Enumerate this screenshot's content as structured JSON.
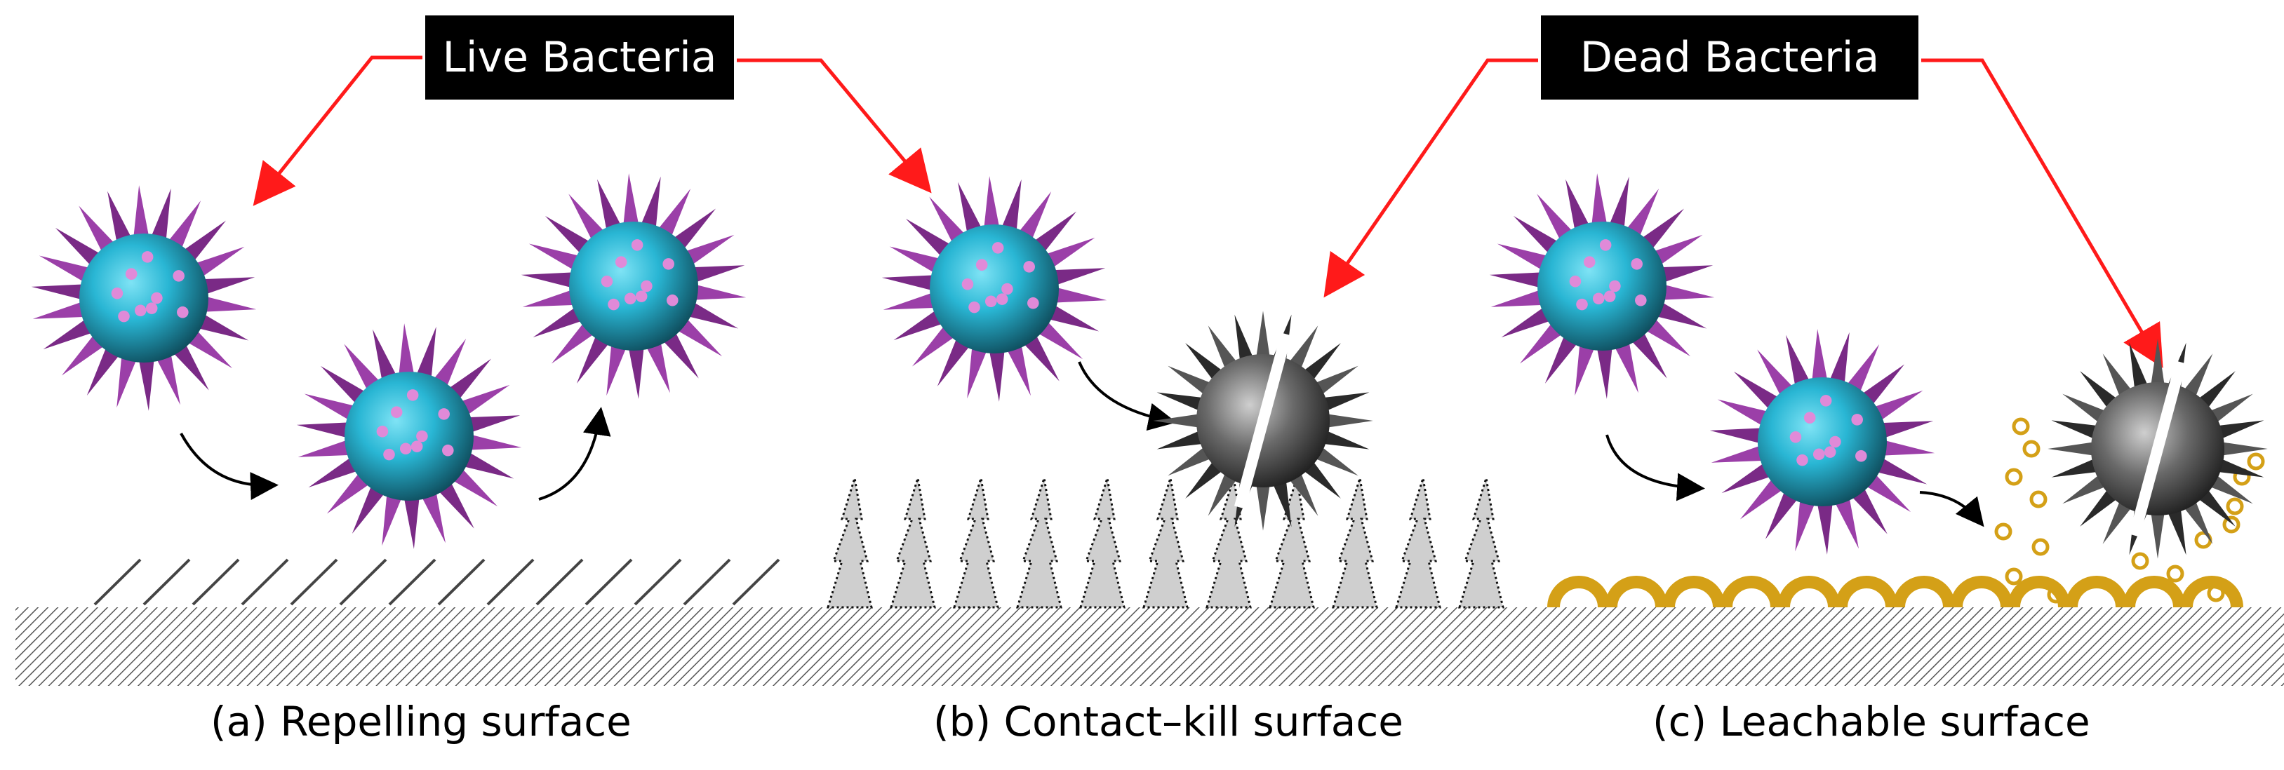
{
  "labels": {
    "live": "Live Bacteria",
    "dead": "Dead Bacteria"
  },
  "captions": {
    "a": "(a) Repelling surface",
    "b": "(b) Contact–kill surface",
    "c": "(c) Leachable surface"
  },
  "colors": {
    "arrow_red": "#ff1a1a",
    "label_bg": "#000000",
    "label_text": "#ffffff",
    "live_core": "#29b6d4",
    "live_dark": "#0f4f5f",
    "live_spike": "#7a2a86",
    "live_spike_tip": "#e08ad8",
    "dead_core": "#5a5a5a",
    "dead_spike": "#2a2a2a",
    "leach_ring": "#d4a017",
    "spike_fill": "#cfcfcf",
    "hatch": "#555555"
  }
}
